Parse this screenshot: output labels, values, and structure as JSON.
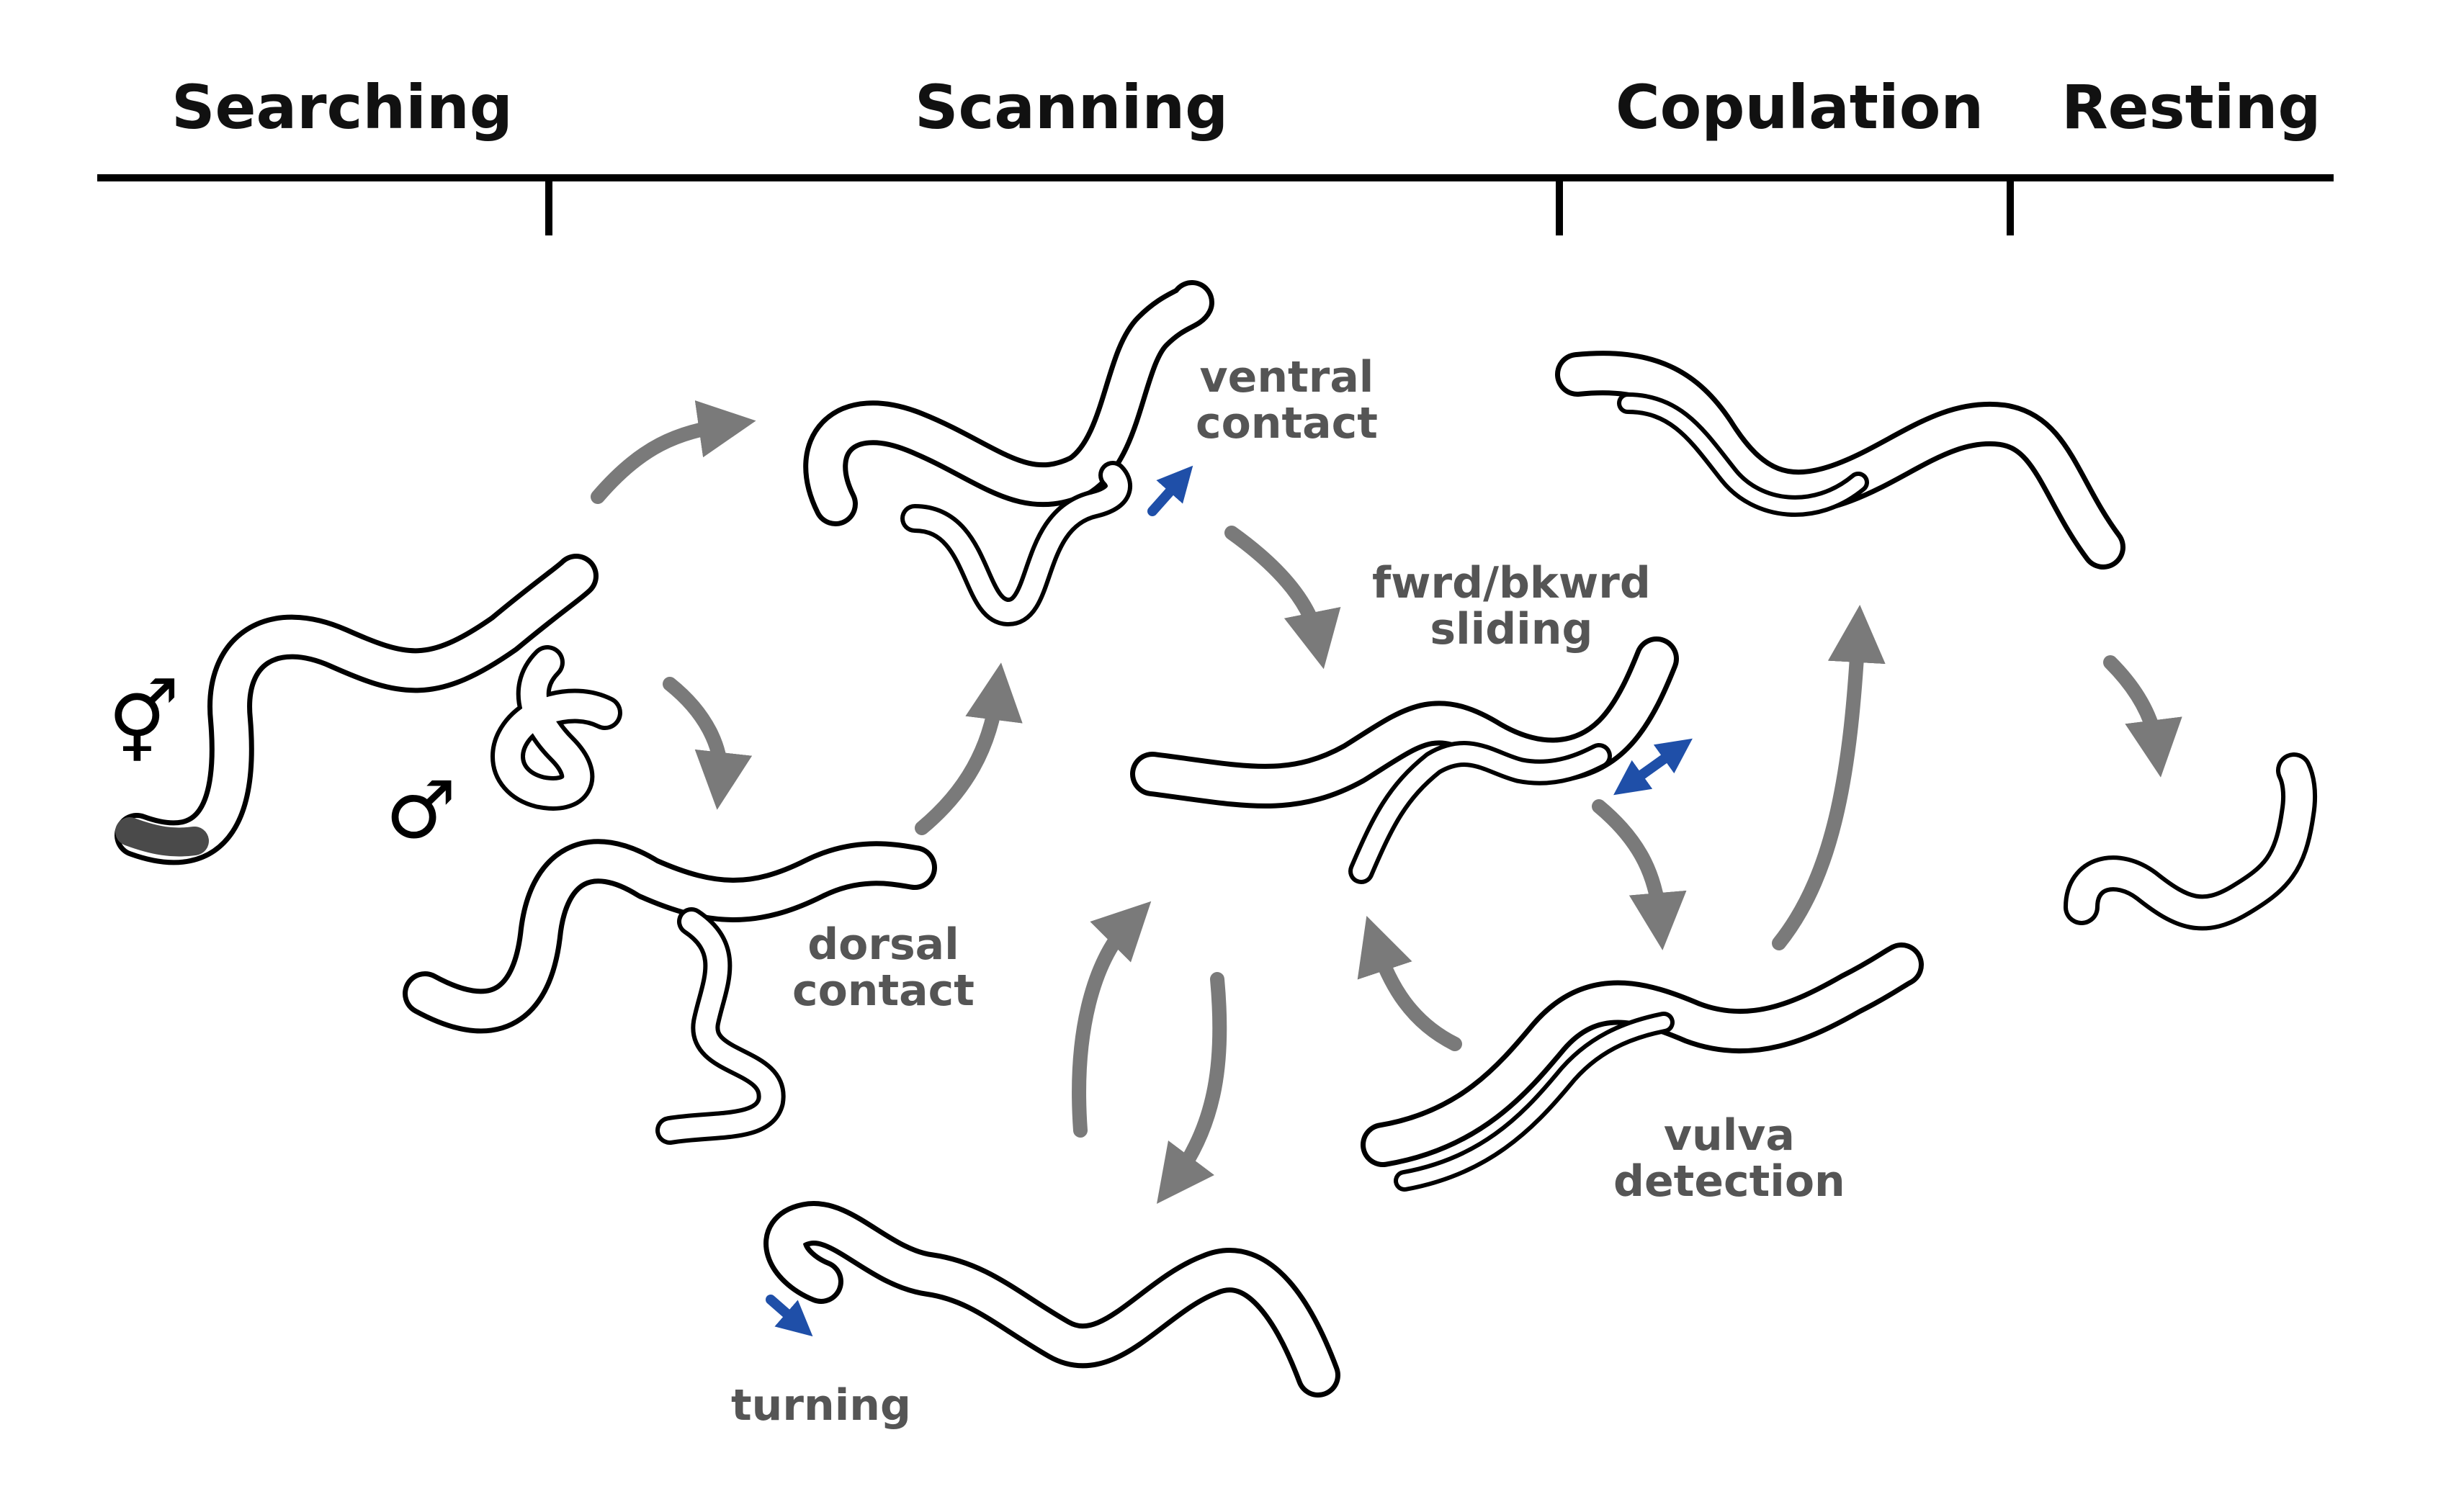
{
  "colors": {
    "ink": "#000000",
    "arrow": "#7a7a7a",
    "label": "#555555",
    "motion": "#1f4fa8",
    "head": "#4a4a4a"
  },
  "phases": {
    "searching": "Searching",
    "scanning": "Scanning",
    "copulation": "Copulation",
    "resting": "Resting"
  },
  "labels": {
    "ventral": [
      "ventral",
      "contact"
    ],
    "dorsal": [
      "dorsal",
      "contact"
    ],
    "sliding": [
      "fwrd/bkwrd",
      "sliding"
    ],
    "vulva": [
      "vulva",
      "detection"
    ],
    "turning": "turning"
  },
  "symbols": {
    "hermaphrodite": "⚥",
    "male": "♂"
  }
}
